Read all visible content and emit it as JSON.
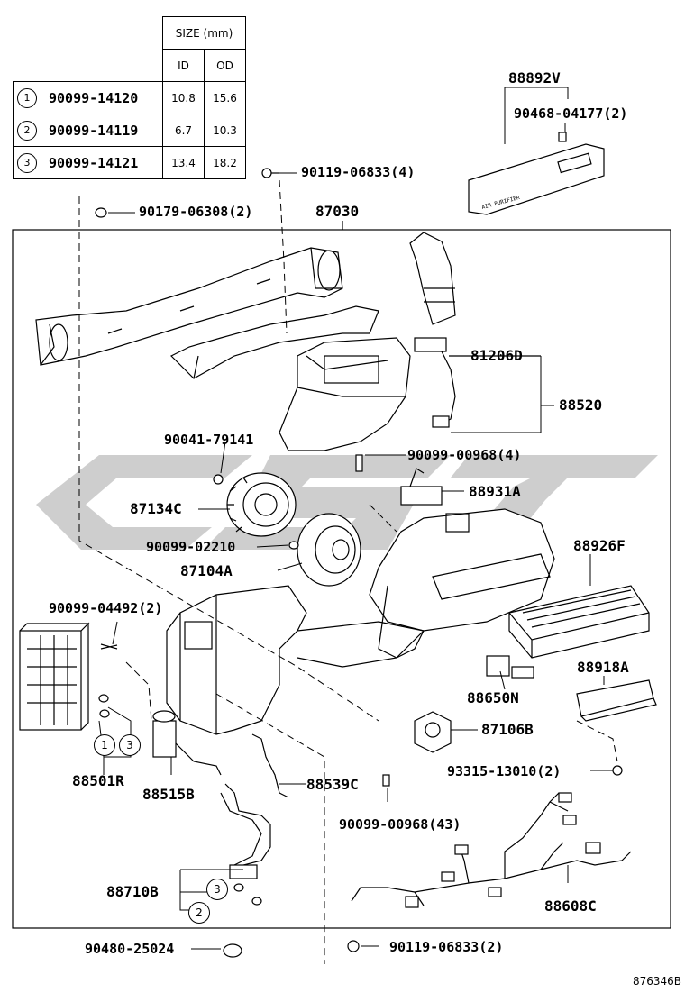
{
  "size_table": {
    "header": "SIZE (mm)",
    "col_id": "ID",
    "col_od": "OD",
    "rows": [
      {
        "ref": "1",
        "part": "90099-14120",
        "id": "10.8",
        "od": "15.6"
      },
      {
        "ref": "2",
        "part": "90099-14119",
        "id": "6.7",
        "od": "10.3"
      },
      {
        "ref": "3",
        "part": "90099-14121",
        "id": "13.4",
        "od": "18.2"
      }
    ]
  },
  "labels": {
    "p88892V": "88892V",
    "p90468": "90468-04177(2)",
    "p90119_top": "90119-06833(4)",
    "p90179": "90179-06308(2)",
    "p87030": "87030",
    "p81206D": "81206D",
    "p88520": "88520",
    "p90041": "90041-79141",
    "p90099_00968_4": "90099-00968(4)",
    "p88931A": "88931A",
    "p87134C": "87134C",
    "p90099_02210": "90099-02210",
    "p87104A": "87104A",
    "p88926F": "88926F",
    "p90099_04492": "90099-04492(2)",
    "p88918A": "88918A",
    "p88650N": "88650N",
    "p87106B": "87106B",
    "p93315": "93315-13010(2)",
    "p88501R": "88501R",
    "p88515B": "88515B",
    "p88539C": "88539C",
    "p90099_00968_43": "90099-00968(43)",
    "p88710B": "88710B",
    "p88608C": "88608C",
    "p90480": "90480-25024",
    "p90119_bottom": "90119-06833(2)"
  },
  "panel_text": "AIR PURIFIER",
  "callouts": {
    "c1": "1",
    "c2": "2",
    "c3": "3"
  },
  "diagram_code": "876346B",
  "watermark": "cst",
  "colors": {
    "line": "#000000",
    "watermark": "#c8c8c8"
  }
}
